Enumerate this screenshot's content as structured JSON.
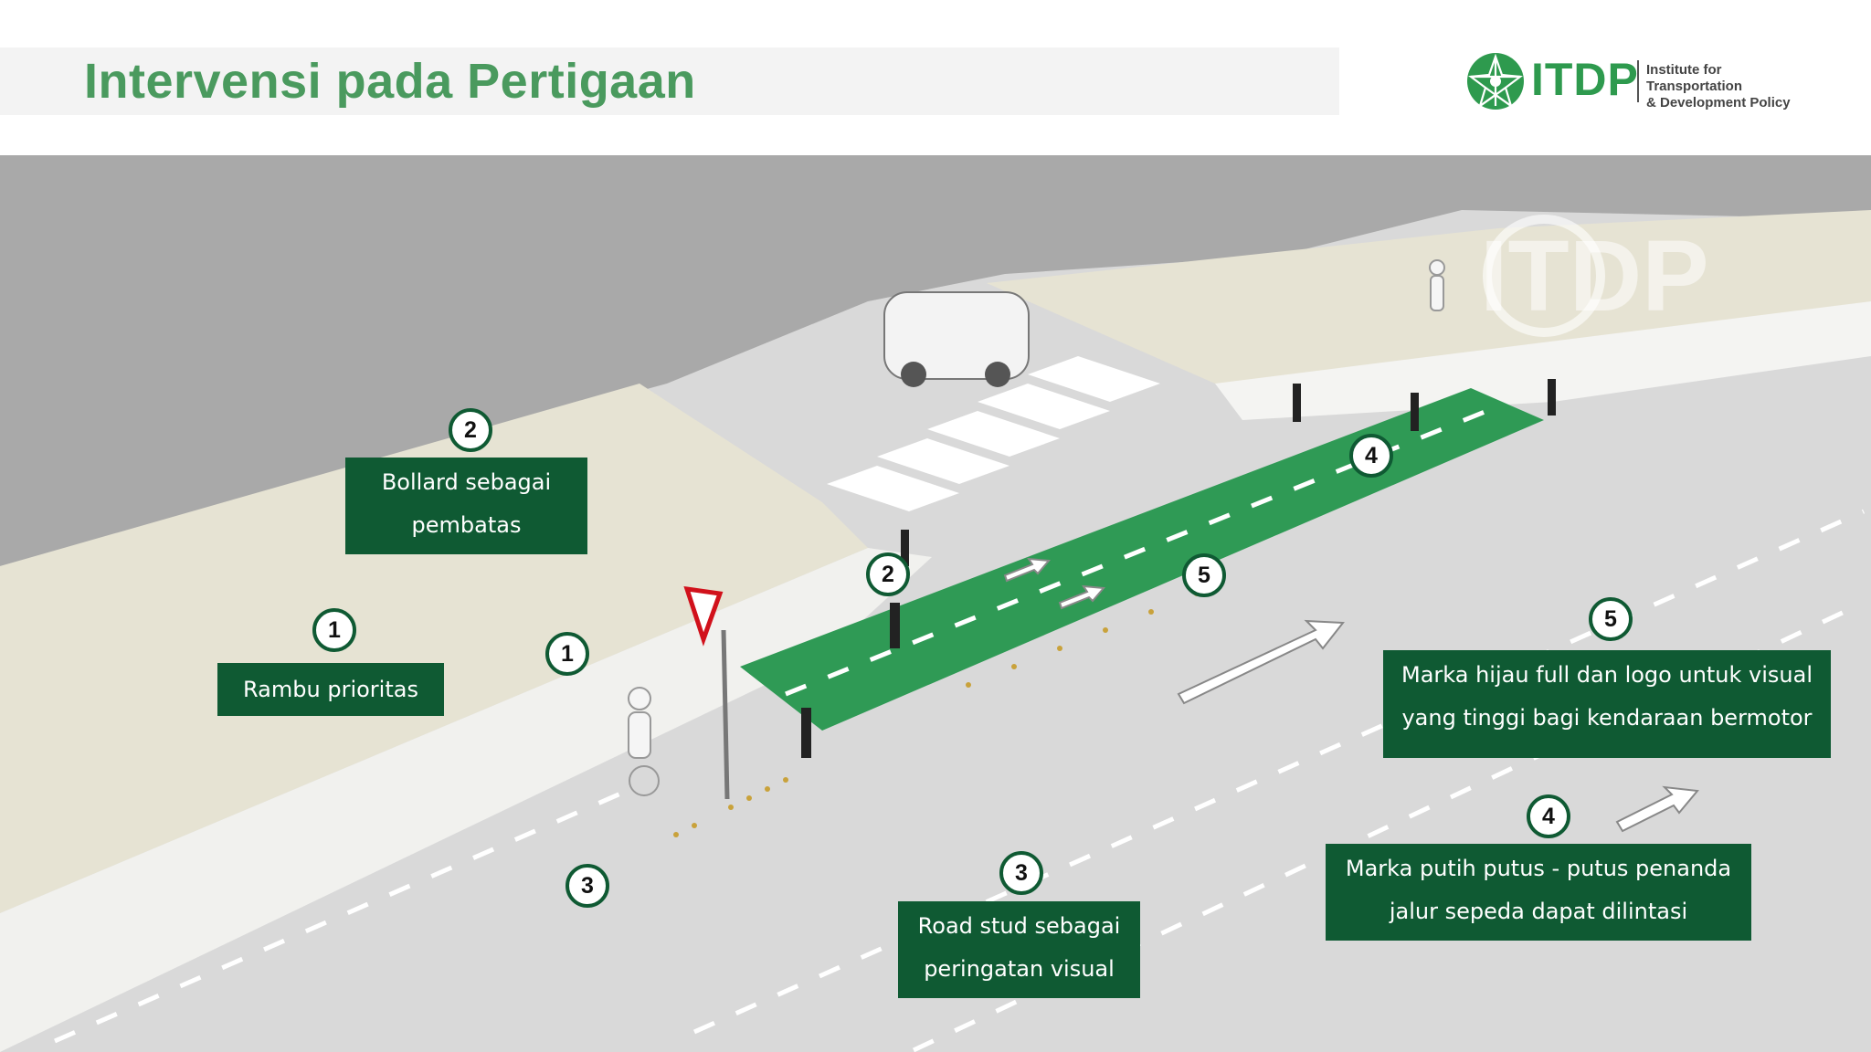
{
  "header": {
    "title": "Intervensi pada Pertigaan",
    "logo_text": "ITDP",
    "logo_sub_line1": "Institute for Transportation",
    "logo_sub_line2": "& Development Policy"
  },
  "watermark": {
    "text": "ITDP"
  },
  "colors": {
    "accent_green": "#0f5a33",
    "title_green": "#4a9a5e",
    "bike_lane_green": "#2f9a55",
    "road": "#d7d7d7",
    "sidewalk": "#e6e3d3"
  },
  "callouts": {
    "c1": {
      "number": "1",
      "text": "Rambu prioritas"
    },
    "c2": {
      "number": "2",
      "line1": "Bollard sebagai",
      "line2": "pembatas"
    },
    "c3": {
      "number": "3",
      "line1": "Road stud sebagai",
      "line2": "peringatan visual"
    },
    "c4": {
      "number": "4",
      "line1": "Marka putih putus - putus penanda",
      "line2": "jalur sepeda dapat dilintasi"
    },
    "c5": {
      "number": "5",
      "line1": "Marka hijau full dan logo untuk visual",
      "line2": "yang tinggi bagi kendaraan bermotor"
    }
  },
  "markers": {
    "m1": "1",
    "m2": "2",
    "m3": "3",
    "m4": "4",
    "m5": "5"
  }
}
